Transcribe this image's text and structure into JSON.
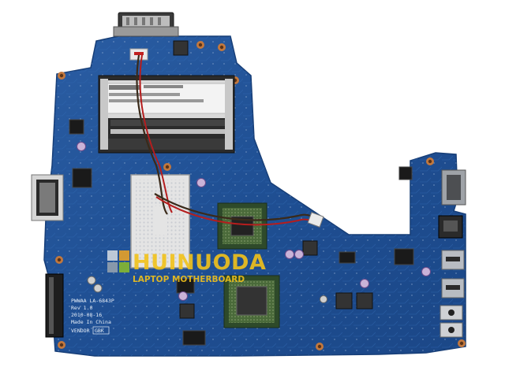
{
  "board": {
    "silkscreen": {
      "line1": "PWWAA LA-6843P",
      "line2": "Rev 1.0",
      "line3": "2010-08-16",
      "line4": "Made In China",
      "vendor": "VENDOR",
      "vendor_code": "GBK"
    },
    "pcb_color": "#1f4f93",
    "trace_color": "#2f68b0"
  },
  "watermark": {
    "brand": "HUINUODA",
    "tagline": "LAPTOP MOTHERBOARD",
    "color": "#f2c21a"
  }
}
